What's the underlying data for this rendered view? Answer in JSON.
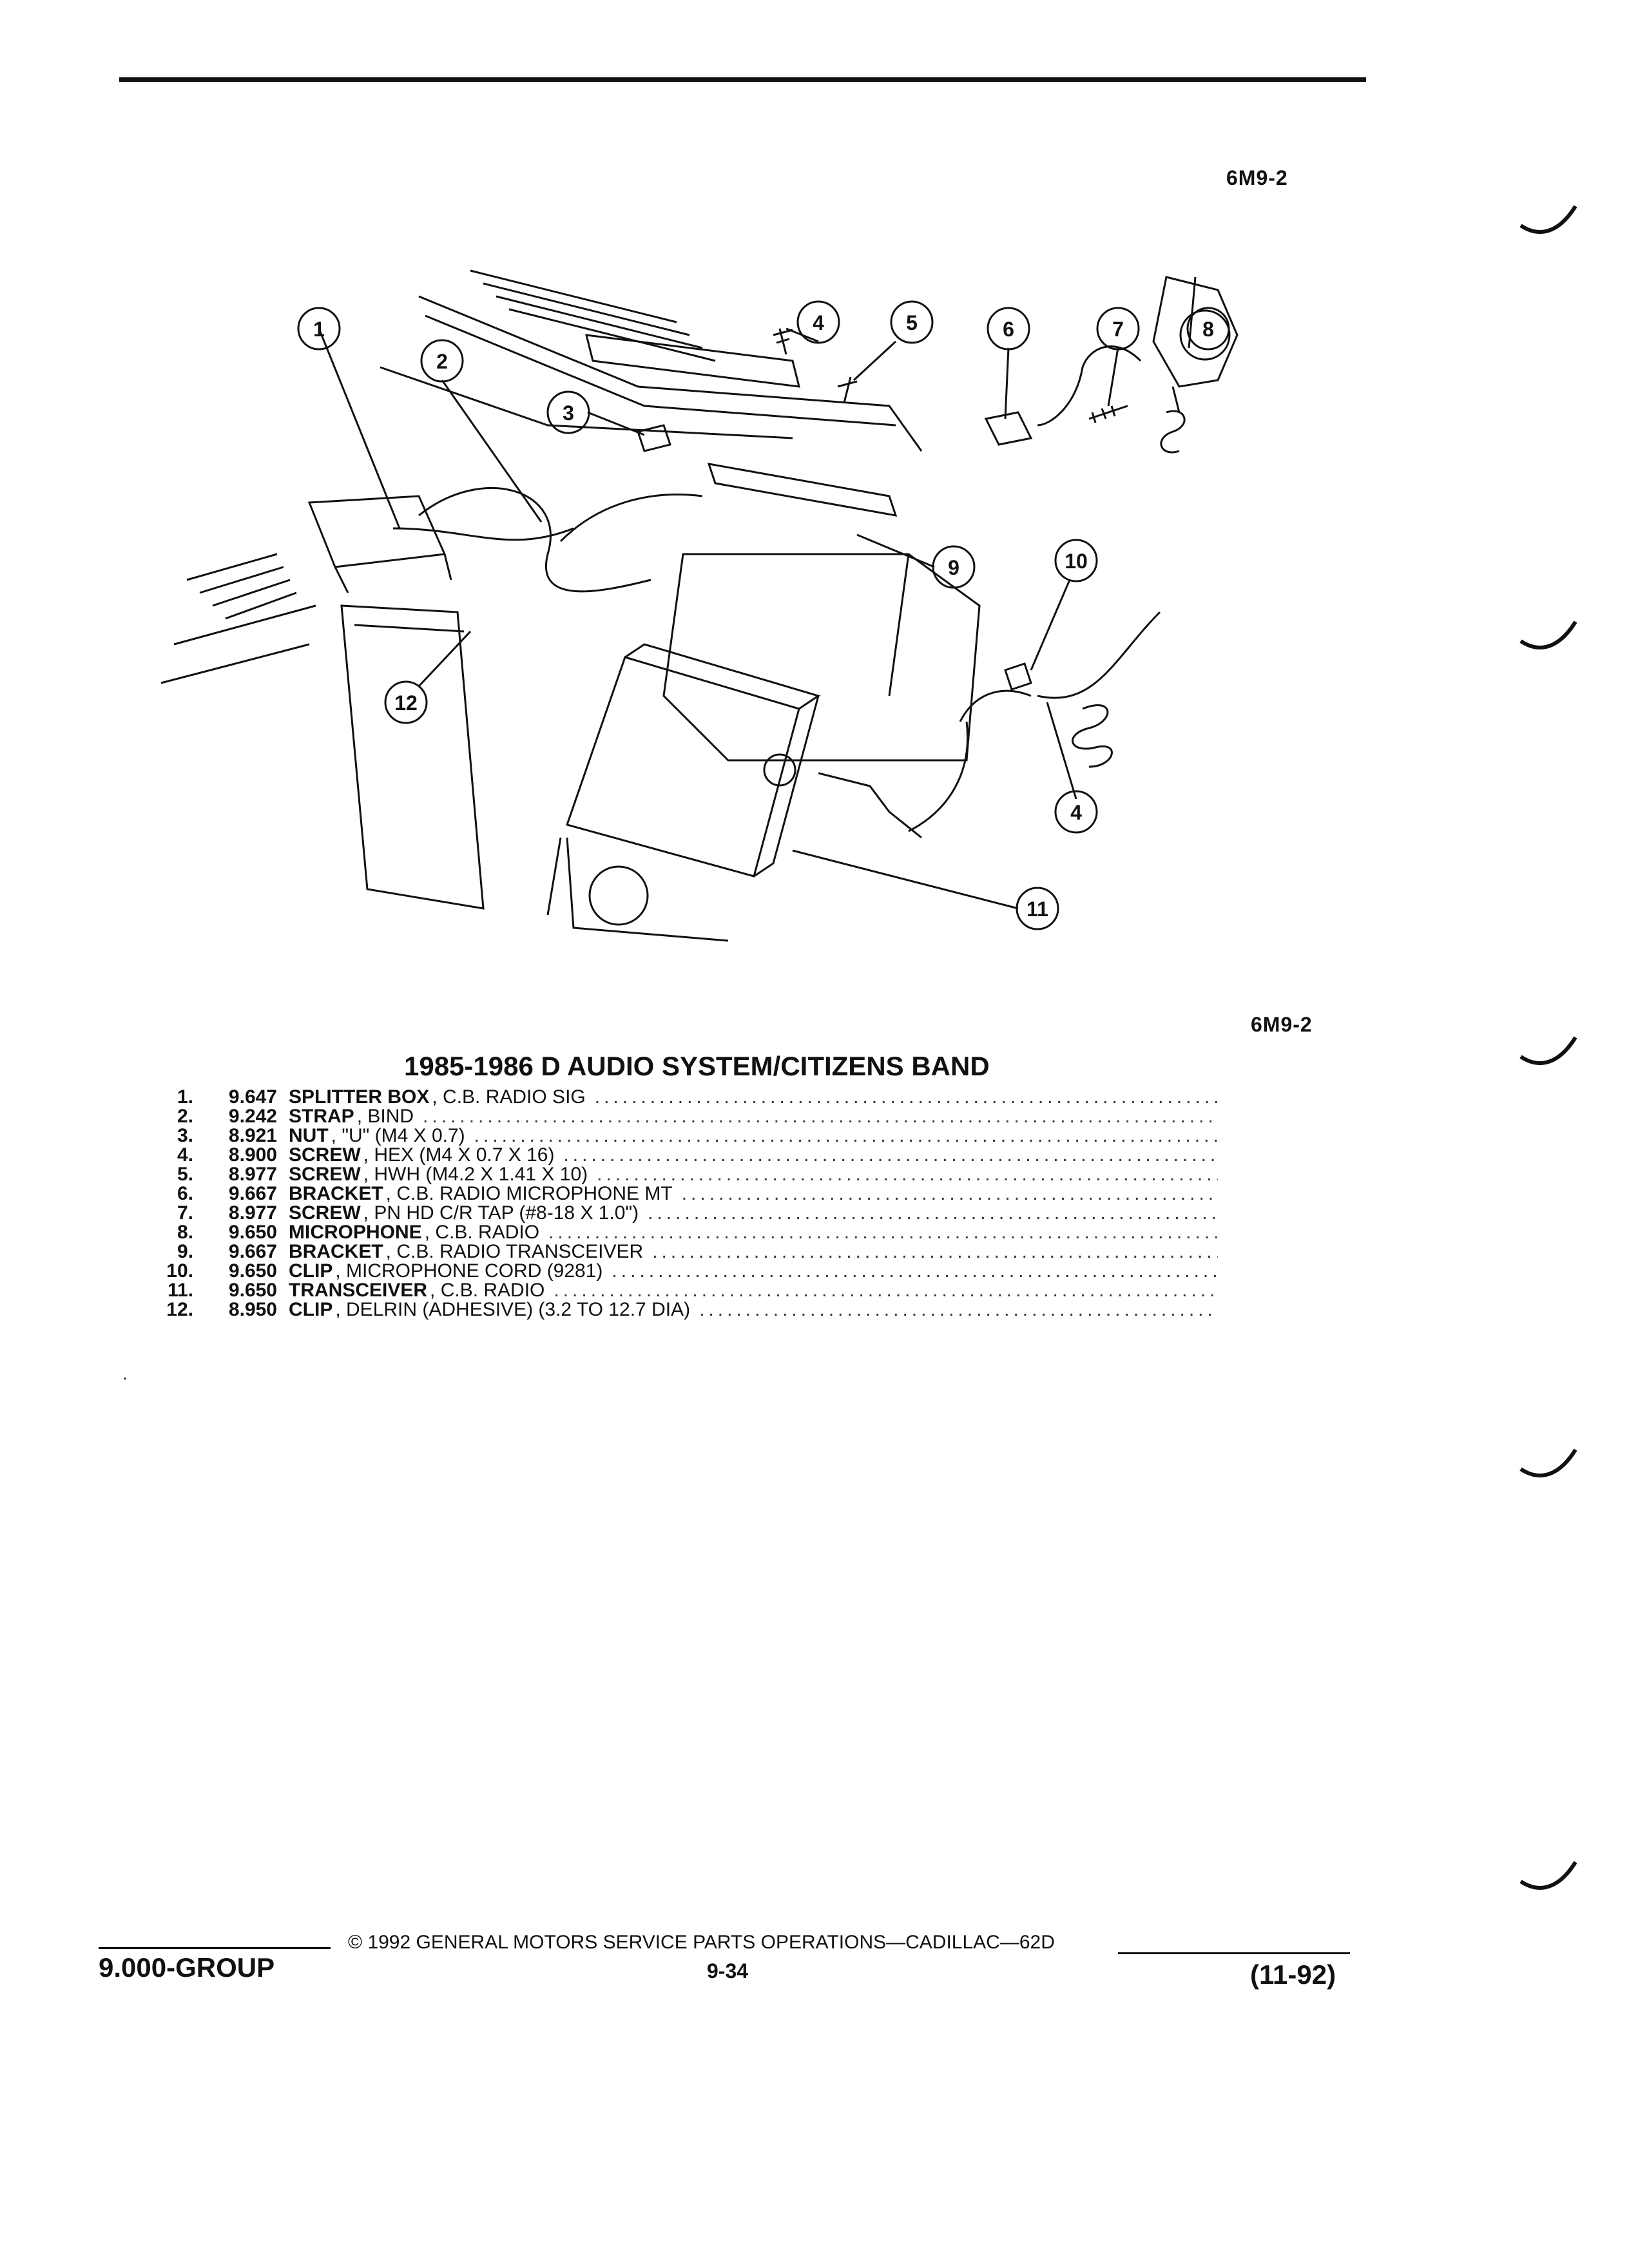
{
  "figure": {
    "code_top": "6M9-2",
    "code_bottom": "6M9-2",
    "callouts": [
      "1",
      "2",
      "3",
      "4",
      "5",
      "6",
      "7",
      "8",
      "9",
      "10",
      "11",
      "12",
      "4"
    ]
  },
  "section": {
    "title": "1985-1986 D AUDIO SYSTEM/CITIZENS BAND"
  },
  "parts": [
    {
      "num": "1.",
      "group": "9.647",
      "name": "SPLITTER BOX",
      "desc": ", C.B. RADIO SIG"
    },
    {
      "num": "2.",
      "group": "9.242",
      "name": "STRAP",
      "desc": ", BIND"
    },
    {
      "num": "3.",
      "group": "8.921",
      "name": "NUT",
      "desc": ", \"U\" (M4 X 0.7)"
    },
    {
      "num": "4.",
      "group": "8.900",
      "name": "SCREW",
      "desc": ", HEX (M4 X 0.7 X 16)"
    },
    {
      "num": "5.",
      "group": "8.977",
      "name": "SCREW",
      "desc": ", HWH (M4.2 X 1.41 X 10)"
    },
    {
      "num": "6.",
      "group": "9.667",
      "name": "BRACKET",
      "desc": ", C.B. RADIO MICROPHONE MT"
    },
    {
      "num": "7.",
      "group": "8.977",
      "name": "SCREW",
      "desc": ", PN HD C/R TAP (#8-18 X 1.0\")"
    },
    {
      "num": "8.",
      "group": "9.650",
      "name": "MICROPHONE",
      "desc": ", C.B. RADIO"
    },
    {
      "num": "9.",
      "group": "9.667",
      "name": "BRACKET",
      "desc": ", C.B. RADIO TRANSCEIVER"
    },
    {
      "num": "10.",
      "group": "9.650",
      "name": "CLIP",
      "desc": ", MICROPHONE CORD (9281)"
    },
    {
      "num": "11.",
      "group": "9.650",
      "name": "TRANSCEIVER",
      "desc": ", C.B. RADIO"
    },
    {
      "num": "12.",
      "group": "8.950",
      "name": "CLIP",
      "desc": ", DELRIN (ADHESIVE) (3.2 TO 12.7 DIA)"
    }
  ],
  "stray_mark": ".",
  "footer": {
    "group": "9.000-GROUP",
    "copyright": "© 1992 GENERAL MOTORS SERVICE PARTS OPERATIONS—CADILLAC—62D",
    "page": "9-34",
    "date": "(11-92)"
  }
}
